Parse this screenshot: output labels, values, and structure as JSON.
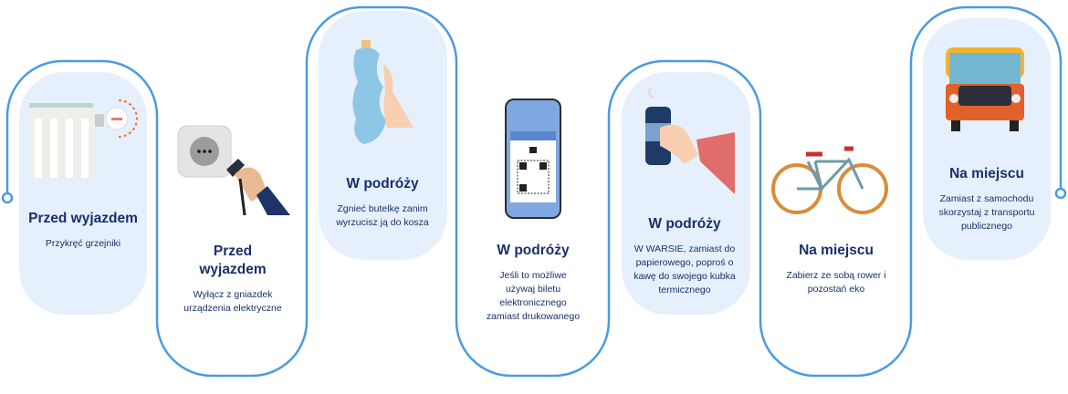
{
  "steps": [
    {
      "title": "Przed wyjazdem",
      "text": "Przykręć grzejniki",
      "icon": "radiator-icon"
    },
    {
      "title": "Przed wyjazdem",
      "text": "Wyłącz z gniazdek urządzenia elektryczne",
      "icon": "socket-plug-icon"
    },
    {
      "title": "W podróży",
      "text": "Zgnieć butelkę zanim wyrzucisz ją do kosza",
      "icon": "crushed-bottle-icon"
    },
    {
      "title": "W podróży",
      "text": "Jeśli to możliwe używaj biletu elektronicznego zamiast drukowanego",
      "icon": "phone-ticket-icon"
    },
    {
      "title": "W podróży",
      "text": "W WARSIE, zamiast do papierowego, poproś o kawę do swojego kubka termicznego",
      "icon": "thermal-mug-icon"
    },
    {
      "title": "Na miejscu",
      "text": "Zabierz ze sobą rower i pozostań eko",
      "icon": "bicycle-icon"
    },
    {
      "title": "Na miejscu",
      "text": "Zamiast z samochodu skorzystaj z transportu publicznego",
      "icon": "bus-icon"
    }
  ],
  "colors": {
    "line": "#4a9be0",
    "card": "#e6f0fc",
    "text": "#1a2f6b"
  }
}
